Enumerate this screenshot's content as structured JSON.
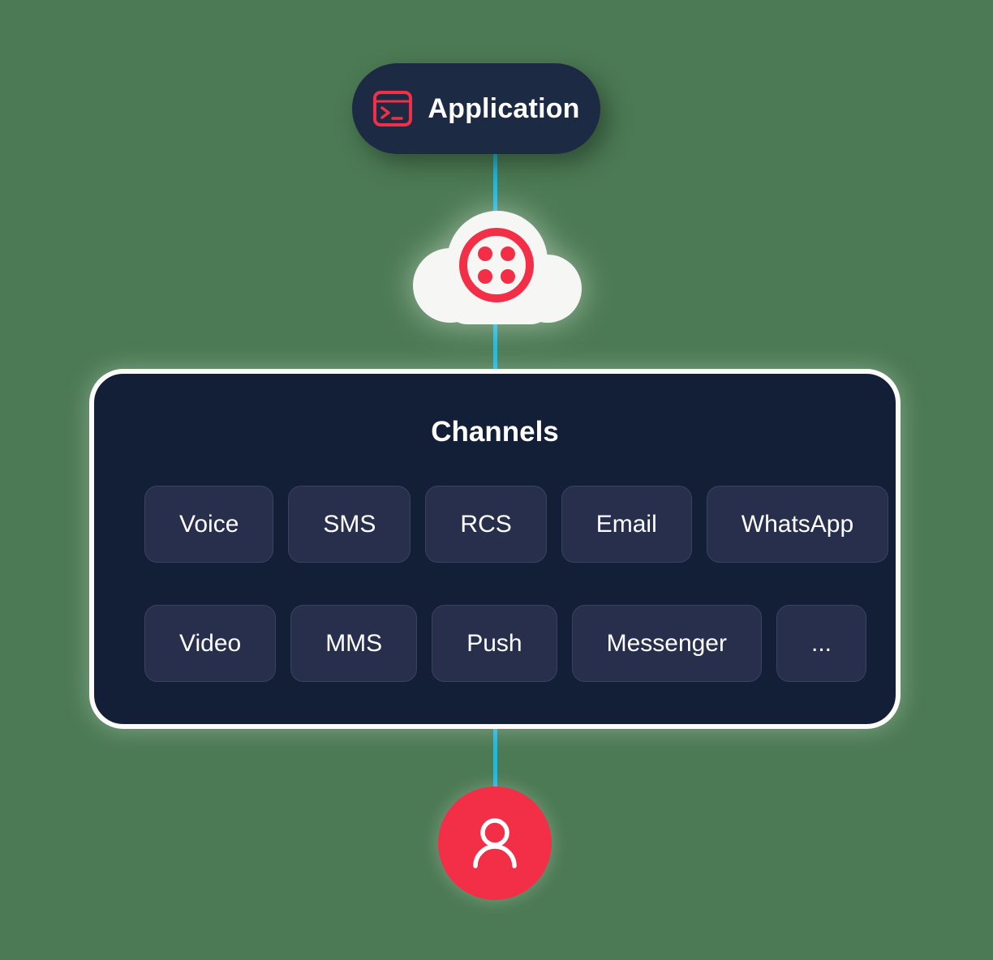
{
  "colors": {
    "background": "#4c7a54",
    "navy_dark": "#131e37",
    "navy_pill": "#1d2a44",
    "chip_fill": "#272f4c",
    "brand_red": "#f22f46",
    "connector_teal": "#2bb5d4",
    "cloud_white": "#f6f6f4",
    "text_white": "#ffffff"
  },
  "application": {
    "label": "Application",
    "icon": "terminal-icon"
  },
  "cloud": {
    "icon": "twilio-logo-icon"
  },
  "channels": {
    "title": "Channels",
    "row1": [
      "Voice",
      "SMS",
      "RCS",
      "Email",
      "WhatsApp"
    ],
    "row2": [
      "Video",
      "MMS",
      "Push",
      "Messenger",
      "..."
    ]
  },
  "user": {
    "icon": "user-icon"
  }
}
